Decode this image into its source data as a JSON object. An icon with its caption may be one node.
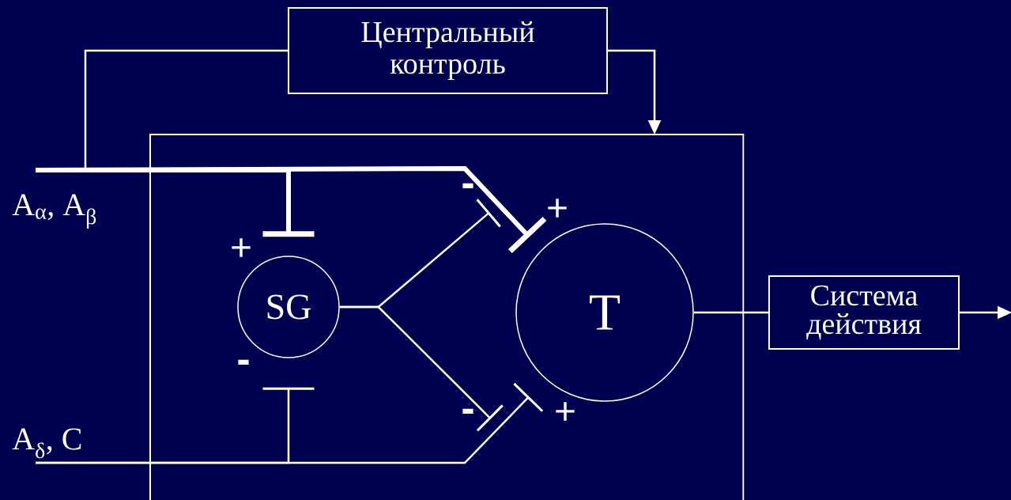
{
  "diagram": {
    "nodes": [
      {
        "text": [
          "Центральный контроль"
        ]
      },
      {
        "text": [],
        "shape": "box"
      },
      {
        "text": [
          "A$_{α}$, A$_{β}$"
        ]
      },
      {
        "text": [
          "A$_{δ}$, C"
        ]
      },
      {
        "text": [
          "SG"
        ],
        "in": 1
      },
      {
        "text": [
          "T"
        ],
        "in": 1
      },
      {
        "text": [
          "Система действия"
        ]
      }
    ],
    "edges": [
      {
        "from": 0,
        "to": 1,
        "arrow": "to"
      },
      {
        "from": 2,
        "to": 0,
        "arrow": "none"
      },
      {
        "from": 2,
        "to": 4,
        "arrow": "other",
        "style": "thick"
      },
      {
        "from": 2,
        "to": 5,
        "arrow": "other",
        "style": "thick"
      },
      {
        "from": 4,
        "to": 5,
        "arrow": "other"
      },
      {
        "from": 4,
        "to": 5,
        "arrow": "other"
      },
      {
        "from": 3,
        "to": 4,
        "arrow": "other"
      },
      {
        "from": 3,
        "to": 5,
        "arrow": "other"
      },
      {
        "from": 5,
        "to": 6,
        "arrow": "none"
      },
      {
        "from": 6,
        "to": null,
        "arrow": "to"
      }
    ],
    "labels": [
      "-",
      "+",
      "+",
      "-",
      "-",
      "+"
    ]
  }
}
